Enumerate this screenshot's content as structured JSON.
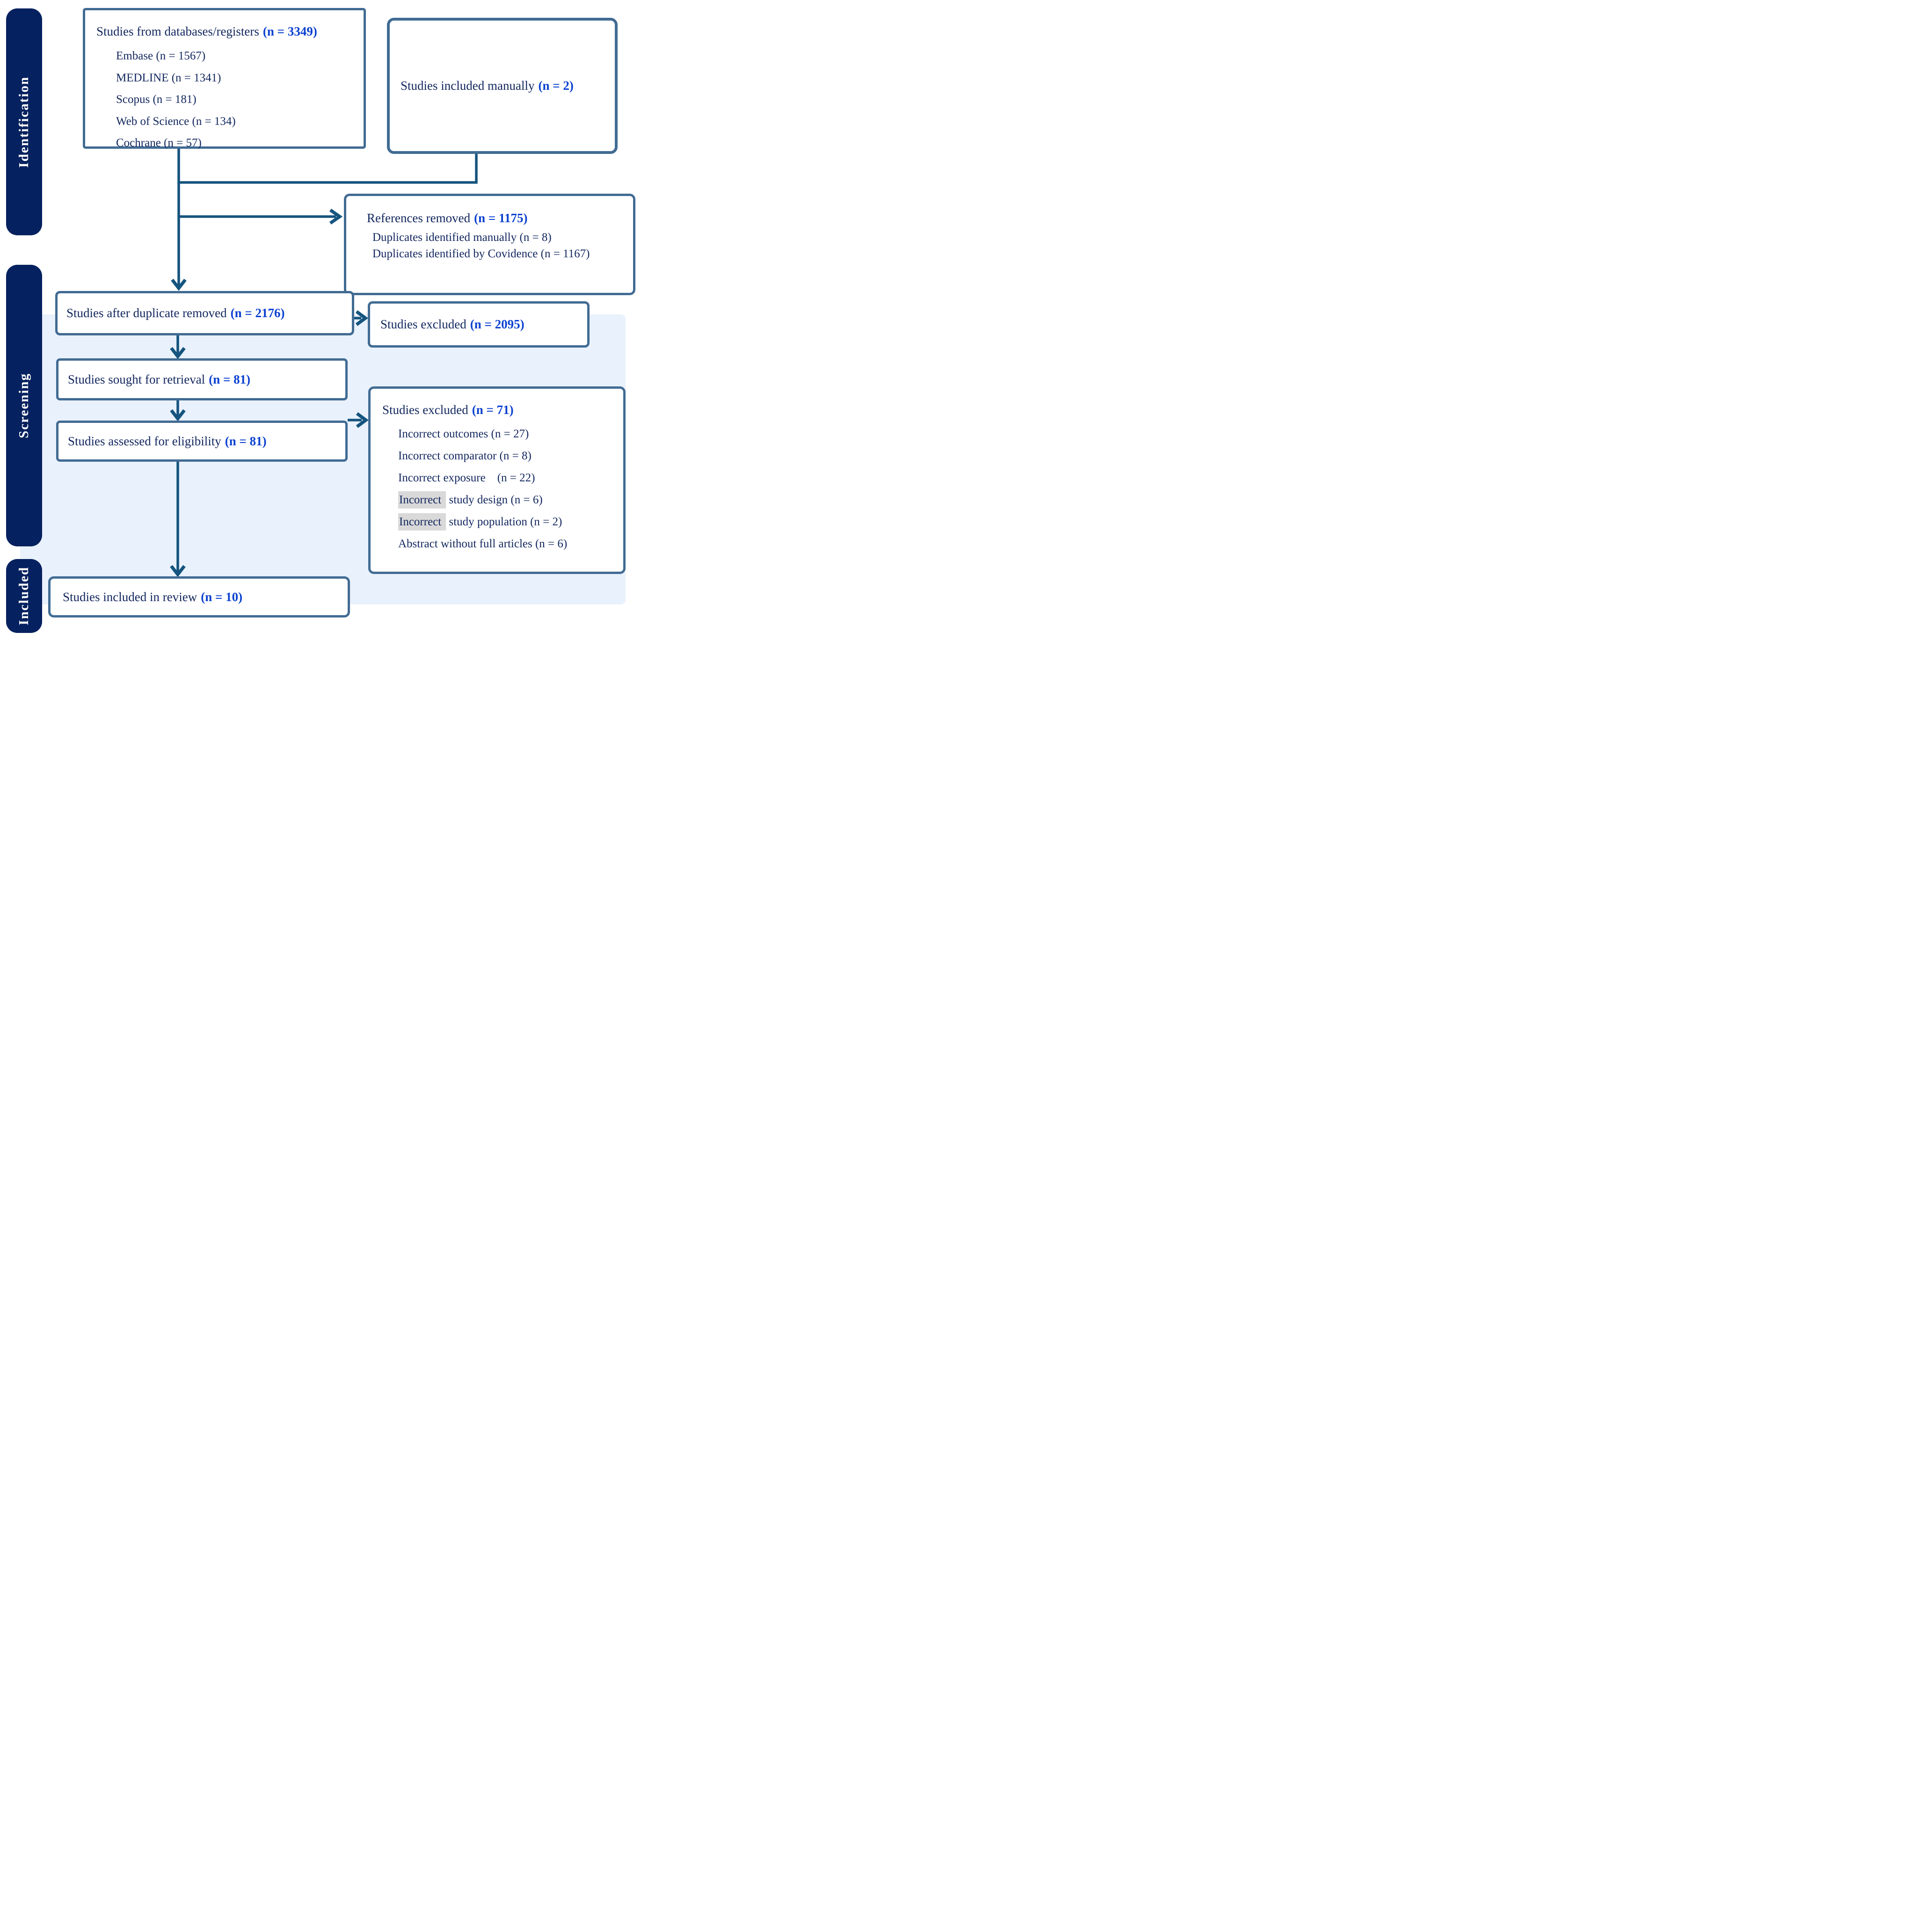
{
  "sidebar": {
    "identification": "Identification",
    "screening": "Screening",
    "included": "Included"
  },
  "colors": {
    "stage_pill": "#06215f",
    "box_border": "#416b93",
    "text_navy": "#12275e",
    "count_blue": "#0b41d0",
    "arrow": "#15547e",
    "screening_panel": "#e9f1fc",
    "highlight": "#d9d9d9"
  },
  "boxes": {
    "databases": {
      "title": "Studies from databases/registers",
      "n": "(n = 3349)",
      "items": [
        "Embase (n = 1567)",
        "MEDLINE (n = 1341)",
        "Scopus (n = 181)",
        "Web of Science (n = 134)",
        "Cochrane (n = 57)"
      ]
    },
    "manual": {
      "title": "Studies included manually",
      "n": "(n = 2)"
    },
    "references_removed": {
      "title": "References removed",
      "n": "(n = 1175)",
      "items": [
        "Duplicates identified manually (n = 8)",
        "Duplicates identified by Covidence (n = 1167)"
      ]
    },
    "after_duplicates": {
      "title": "Studies after duplicate removed",
      "n": "(n = 2176)"
    },
    "excluded_screening": {
      "title": "Studies excluded",
      "n": "(n = 2095)"
    },
    "sought": {
      "title": "Studies sought for retrieval",
      "n": "(n = 81)"
    },
    "assessed": {
      "title": "Studies assessed for eligibility",
      "n": "(n = 81)"
    },
    "excluded_eligibility": {
      "title": "Studies excluded",
      "n": "(n = 71)",
      "items": [
        {
          "hl": "",
          "text": "Incorrect outcomes (n = 27)"
        },
        {
          "hl": "",
          "text": "Incorrect comparator (n = 8)"
        },
        {
          "hl": "",
          "text": "Incorrect exposure    (n = 22)"
        },
        {
          "hl": "Incorrect",
          "text": " study design (n = 6)"
        },
        {
          "hl": "Incorrect",
          "text": " study population (n = 2)"
        },
        {
          "hl": "",
          "text": "Abstract without full articles (n = 6)"
        }
      ]
    },
    "included_review": {
      "title": "Studies included in review",
      "n": "(n = 10)"
    }
  }
}
